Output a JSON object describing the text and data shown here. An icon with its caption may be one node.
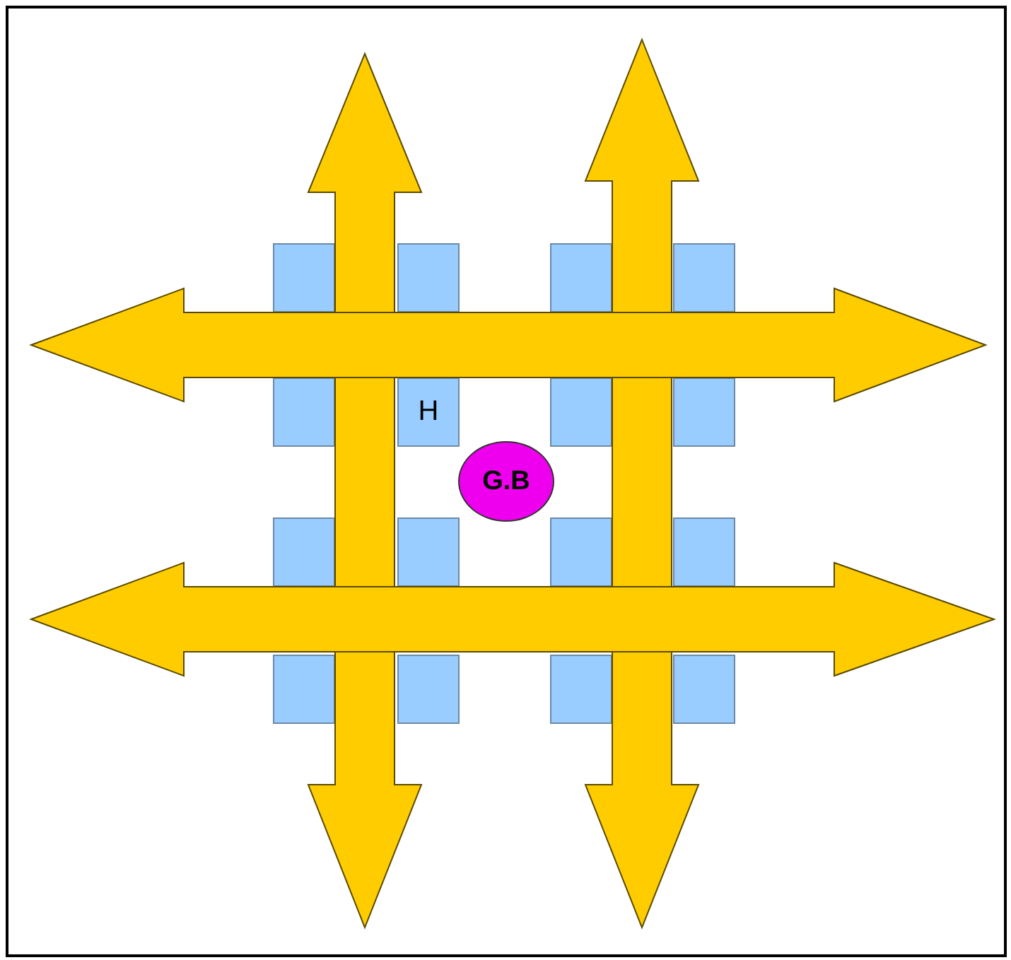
{
  "diagram": {
    "nodes": [
      {
        "text": [],
        "shape": "box"
      },
      {
        "text": [],
        "shape": "box"
      },
      {
        "text": [],
        "shape": "box"
      },
      {
        "text": [],
        "shape": "box"
      },
      {
        "text": [],
        "shape": "box"
      },
      {
        "text": [
          "H"
        ]
      },
      {
        "text": [],
        "shape": "box"
      },
      {
        "text": [],
        "shape": "box"
      },
      {
        "text": [
          "G.B"
        ]
      },
      {
        "text": [],
        "shape": "box"
      },
      {
        "text": [],
        "shape": "box"
      },
      {
        "text": [],
        "shape": "box"
      },
      {
        "text": [],
        "shape": "box"
      },
      {
        "text": [],
        "shape": "box"
      },
      {
        "text": [],
        "shape": "box"
      },
      {
        "text": [],
        "shape": "box"
      },
      {
        "text": [],
        "shape": "box"
      }
    ]
  }
}
